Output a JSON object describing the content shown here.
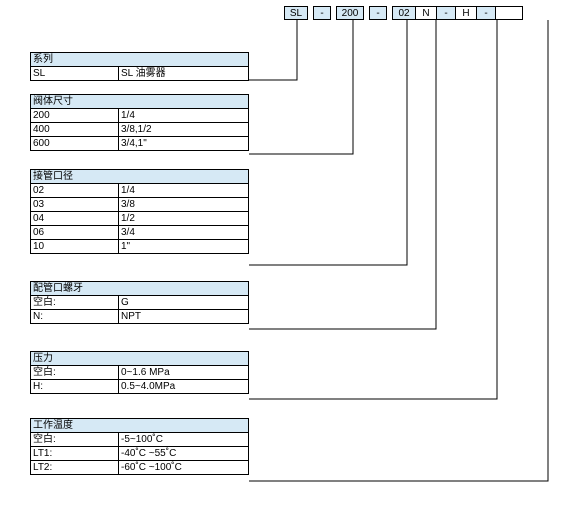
{
  "code": [
    {
      "text": "SL",
      "style": "hl"
    },
    {
      "text": "-",
      "style": "hl"
    },
    {
      "text": "200",
      "style": "hl"
    },
    {
      "text": "-",
      "style": "hl"
    },
    {
      "text": "02",
      "style": "hl"
    },
    {
      "text": "N",
      "style": "plain"
    },
    {
      "text": "-",
      "style": "hl"
    },
    {
      "text": "H",
      "style": "plain"
    },
    {
      "text": "-",
      "style": "hl"
    },
    {
      "text": "",
      "style": "plain"
    }
  ],
  "tables": {
    "series": {
      "title": "系列",
      "rows": [
        [
          "SL",
          "SL 油雾器"
        ]
      ]
    },
    "body_size": {
      "title": "阀体尺寸",
      "rows": [
        [
          "200",
          "1/4"
        ],
        [
          "400",
          "3/8,1/2"
        ],
        [
          "600",
          "3/4,1\""
        ]
      ]
    },
    "port_size": {
      "title": "接管口径",
      "rows": [
        [
          "02",
          "1/4"
        ],
        [
          "03",
          "3/8"
        ],
        [
          "04",
          "1/2"
        ],
        [
          "06",
          "3/4"
        ],
        [
          "10",
          "1\""
        ]
      ]
    },
    "thread": {
      "title": "配管口螺牙",
      "rows": [
        [
          "空白:",
          "G"
        ],
        [
          "N:",
          "NPT"
        ]
      ]
    },
    "pressure": {
      "title": "压力",
      "rows": [
        [
          "空白:",
          "0~1.6 MPa"
        ],
        [
          "H:",
          "0.5~4.0MPa"
        ]
      ]
    },
    "temperature": {
      "title": "工作温度",
      "rows": [
        [
          "空白:",
          "-5~100˚C"
        ],
        [
          "LT1:",
          "-40˚C ~55˚C"
        ],
        [
          "LT2:",
          "-60˚C ~100˚C"
        ]
      ]
    }
  },
  "colors": {
    "header_fill": "#d6e9f5",
    "line": "#000000"
  }
}
